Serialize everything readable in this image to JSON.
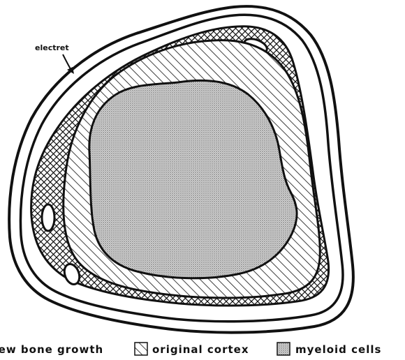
{
  "figure": {
    "callout_label": "electret",
    "legend": [
      {
        "label": "new bone growth",
        "pattern": "crosshatch"
      },
      {
        "label": "original cortex",
        "pattern": "diagonal-hatch"
      },
      {
        "label": "myeloid cells",
        "pattern": "stipple"
      }
    ]
  },
  "colors": {
    "ink": "#111111",
    "stipple_fill": "#d3d3d3",
    "paper": "#ffffff"
  }
}
